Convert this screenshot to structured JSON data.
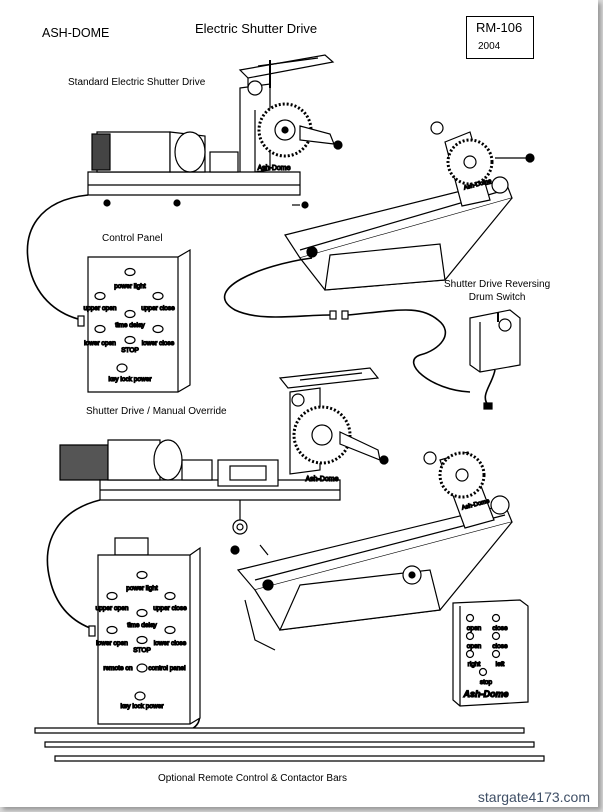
{
  "header": {
    "brand": "ASH-DOME",
    "title": "Electric Shutter Drive",
    "doc_number": "RM-106",
    "year": "2004"
  },
  "captions": {
    "standard_drive": "Standard Electric Shutter Drive",
    "control_panel": "Control Panel",
    "reversing_switch_line1": "Shutter Drive Reversing",
    "reversing_switch_line2": "Drum Switch",
    "manual_override": "Shutter Drive / Manual Override",
    "remote_contactor": "Optional Remote Control & Contactor Bars"
  },
  "drive_plate_label": "Ash-Dome",
  "control_panel_1": {
    "labels": [
      "power light",
      "upper open",
      "upper close",
      "time delay",
      "lower open",
      "lower close",
      "STOP",
      "key lock power"
    ]
  },
  "control_panel_2": {
    "labels": [
      "power light",
      "upper open",
      "upper close",
      "time delay",
      "lower open",
      "lower close",
      "STOP",
      "remote on",
      "control panel",
      "key lock power"
    ]
  },
  "remote": {
    "labels": [
      "open",
      "close",
      "open",
      "close",
      "right",
      "left",
      "stop"
    ],
    "brand": "Ash-Dome"
  },
  "watermark": "stargate4173.com"
}
